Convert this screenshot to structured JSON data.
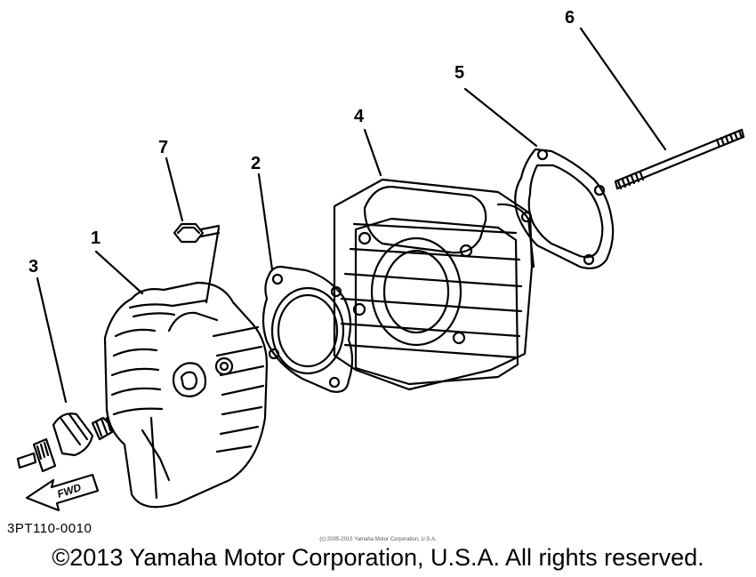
{
  "diagram": {
    "callouts": [
      {
        "id": "1",
        "label": "1"
      },
      {
        "id": "2",
        "label": "2"
      },
      {
        "id": "3",
        "label": "3"
      },
      {
        "id": "4",
        "label": "4"
      },
      {
        "id": "5",
        "label": "5"
      },
      {
        "id": "6",
        "label": "6"
      },
      {
        "id": "7",
        "label": "7"
      }
    ],
    "fwd_label": "FWD",
    "part_code": "3PT110-0010",
    "small_note": "(c) 2005-2015 Yamaha Motor Corporation, U.S.A.",
    "copyright": "©2013 Yamaha Motor Corporation, U.S.A. All rights reserved."
  }
}
